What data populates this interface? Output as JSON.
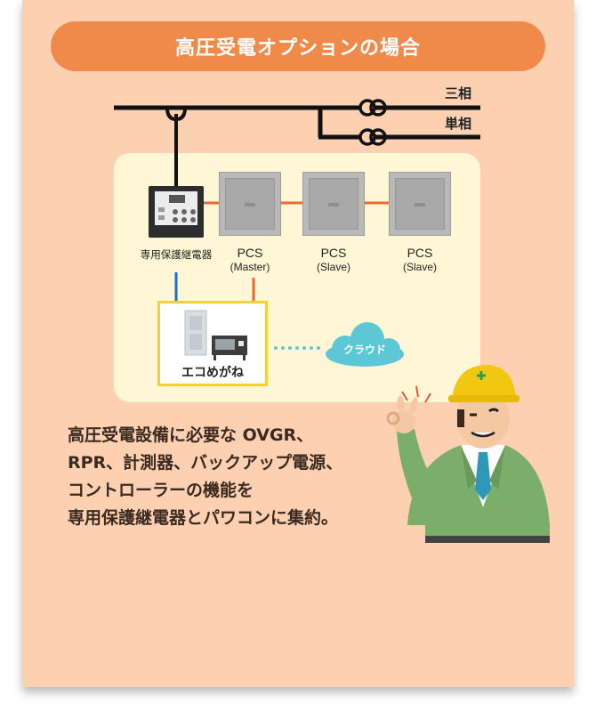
{
  "title": "高圧受電オプションの場合",
  "lines": {
    "three_phase": "三相",
    "single_phase": "単相"
  },
  "devices": {
    "relay_label": "専用保護継電器",
    "pcs": [
      {
        "name": "PCS",
        "role": "(Master)"
      },
      {
        "name": "PCS",
        "role": "(Slave)"
      },
      {
        "name": "PCS",
        "role": "(Slave)"
      }
    ],
    "eco_label": "エコめがね",
    "cloud_label": "クラウド"
  },
  "description": [
    "高圧受電設備に必要な OVGR、",
    "RPR、計測器、バックアップ電源、",
    "コントローラーの機能を",
    "専用保護継電器とパワコンに集約。"
  ],
  "colors": {
    "panel_bg": "#fdd0b1",
    "title_bg": "#f08a4b",
    "area_bg": "#fff6d6",
    "power_line": "#111111",
    "orange_link": "#ee6c2b",
    "blue_link": "#1f6fc0",
    "cloud": "#5ec7d6",
    "eco_border": "#f2d13b"
  },
  "icons": [
    "protective-relay-icon",
    "pcs-unit-icon",
    "eco-megane-icon",
    "cloud-icon",
    "worker-illustration"
  ]
}
